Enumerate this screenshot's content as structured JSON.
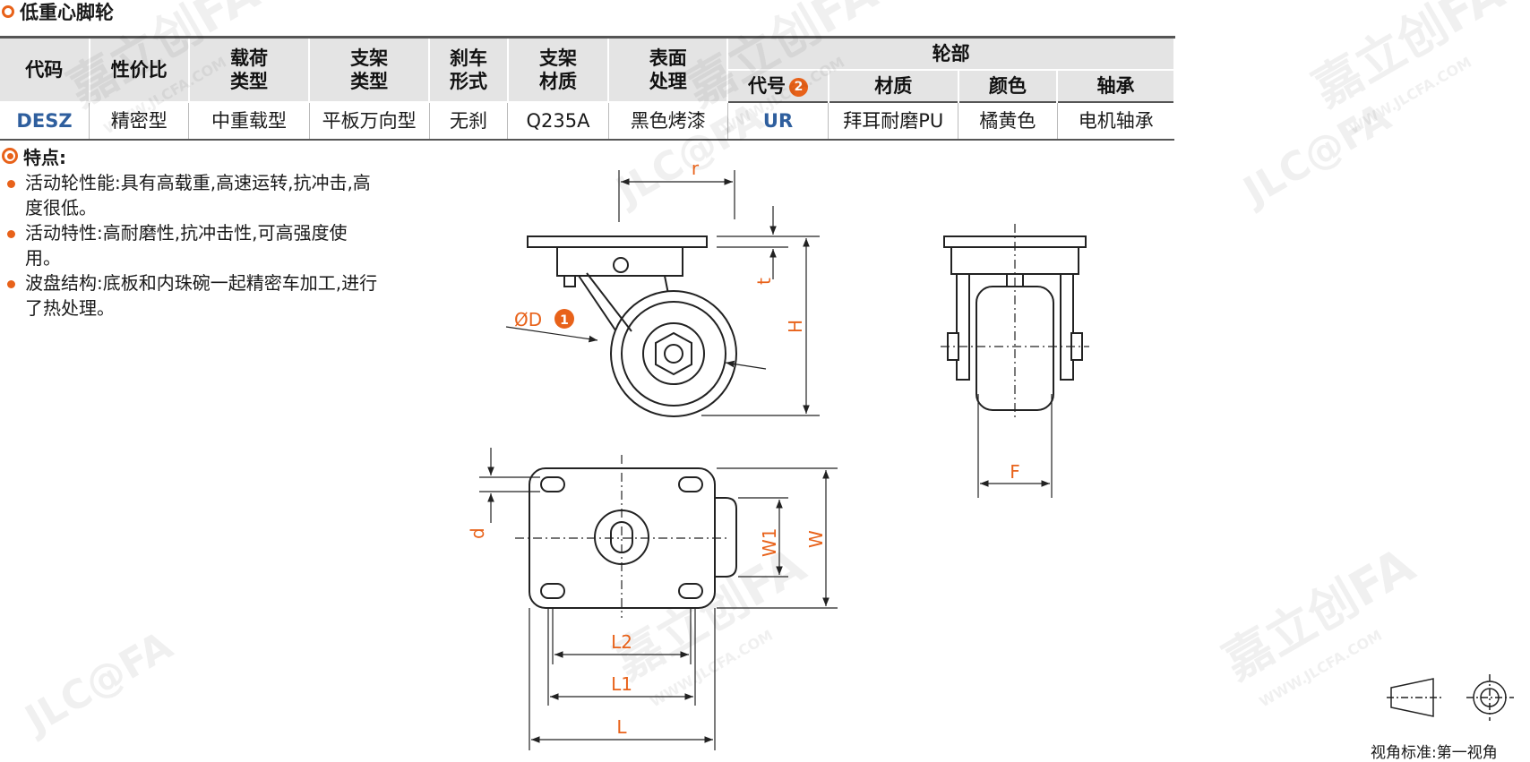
{
  "title": "低重心脚轮",
  "table": {
    "header_row1": [
      "代码",
      "性价比",
      "载荷\n类型",
      "支架\n类型",
      "刹车\n形式",
      "支架\n材质",
      "表面\n处理",
      "轮部"
    ],
    "wheel_subheaders": [
      "代号",
      "材质",
      "颜色",
      "轴承"
    ],
    "wheel_code_note": "2",
    "rows": [
      [
        "DESZ",
        "精密型",
        "中重载型",
        "平板万向型",
        "无刹",
        "Q235A",
        "黑色烤漆",
        "UR",
        "拜耳耐磨PU",
        "橘黄色",
        "电机轴承"
      ]
    ]
  },
  "features": {
    "title": "特点:",
    "items": [
      "活动轮性能:具有高载重,高速运转,抗冲击,高度很低。",
      "活动特性:高耐磨性,抗冲击性,可高强度使用。",
      "波盘结构:底板和内珠碗一起精密车加工,进行了热处理。"
    ]
  },
  "dims": {
    "r": "r",
    "t": "t",
    "H": "H",
    "D": "ØD",
    "D_note": "1",
    "F": "F",
    "d": "d",
    "W1": "W1",
    "W": "W",
    "L2": "L2",
    "L1": "L1",
    "L": "L"
  },
  "watermarks": [
    "嘉立创FA",
    "WWW.JLCFA.COM",
    "JLC@FA"
  ],
  "view_standard": "视角标准:第一视角",
  "colors": {
    "accent": "#e8621a",
    "code_blue": "#2f5f9e",
    "dim_label": "#e8621a",
    "header_bg": "#e4e4e4"
  }
}
